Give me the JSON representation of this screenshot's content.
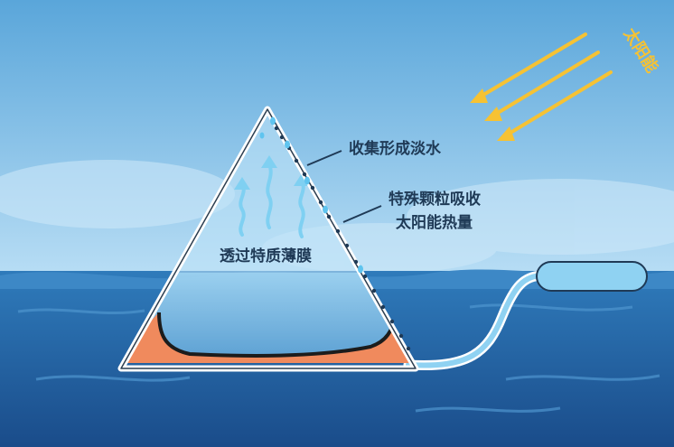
{
  "labels": {
    "sun": "太阳能",
    "collect": "收集形成淡水",
    "particles_line1": "特殊颗粒吸收",
    "particles_line2": "太阳能热量",
    "membrane": "透过特质薄膜"
  },
  "colors": {
    "sky_top": "#5ca9dc",
    "sky_bottom": "#b6dcf4",
    "sea_top": "#2f79b8",
    "sea_bottom": "#1b4f8e",
    "sun_ray": "#f6c233",
    "label_text": "#1f3a56",
    "absorber": "#f08a5d",
    "vapor": "#7fd0f2",
    "frame": "#ffffff"
  }
}
